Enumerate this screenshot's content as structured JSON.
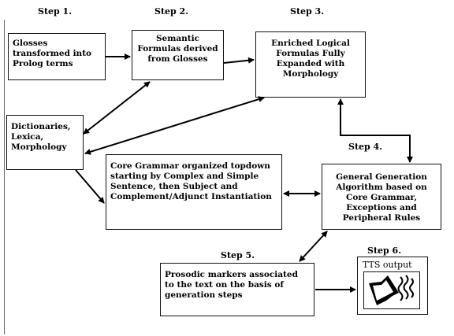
{
  "steps": {
    "s1": "Step 1.",
    "s2": "Step 2.",
    "s3": "Step 3.",
    "s4": "Step 4.",
    "s5": "Step 5.",
    "s6": "Step 6."
  },
  "boxes": {
    "glosses": "Glosses transformed into Prolog terms",
    "semantic": "Semantic Formulas derived from Glosses",
    "enriched": "Enriched Logical Formulas Fully Expanded with Morphology",
    "dictionaries": "Dictionaries, Lexica, Morphology",
    "core_grammar": "Core Grammar organized topdown starting by Complex and Simple Sentence, then Subject and Complement/Adjunct Instantiation",
    "general_generation": "General Generation Algorithm based on Core Grammar, Exceptions and Peripheral Rules",
    "prosodic": "Prosodic markers associated to the text on the basis of generation steps",
    "tts": "TTS output"
  },
  "icons": {
    "speaker": "speaker-sound-icon"
  }
}
